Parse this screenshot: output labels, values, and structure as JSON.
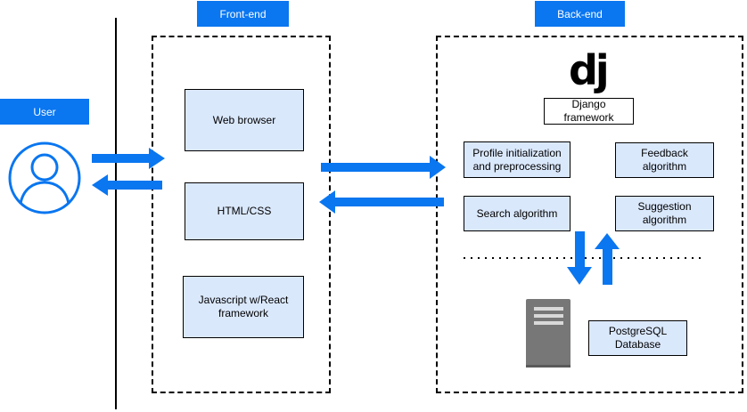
{
  "labels": {
    "user": "User",
    "frontend": "Front-end",
    "backend": "Back-end"
  },
  "frontend_boxes": {
    "web_browser": "Web browser",
    "html_css": "HTML/CSS",
    "javascript": "Javascript w/React\nframework"
  },
  "backend": {
    "logo": "dj",
    "framework": "Django framework",
    "profile": "Profile initialization\nand preprocessing",
    "feedback": "Feedback algorithm",
    "search": "Search algorithm",
    "suggestion": "Suggestion\nalgorithm",
    "database": "PostgreSQL\nDatabase"
  },
  "colors": {
    "accent": "#0a76f0",
    "box_fill": "#dae8fc",
    "server_gray": "#777777"
  },
  "icons": {
    "user": "user-icon",
    "server": "server-icon",
    "arrows": "arrow-icon"
  }
}
